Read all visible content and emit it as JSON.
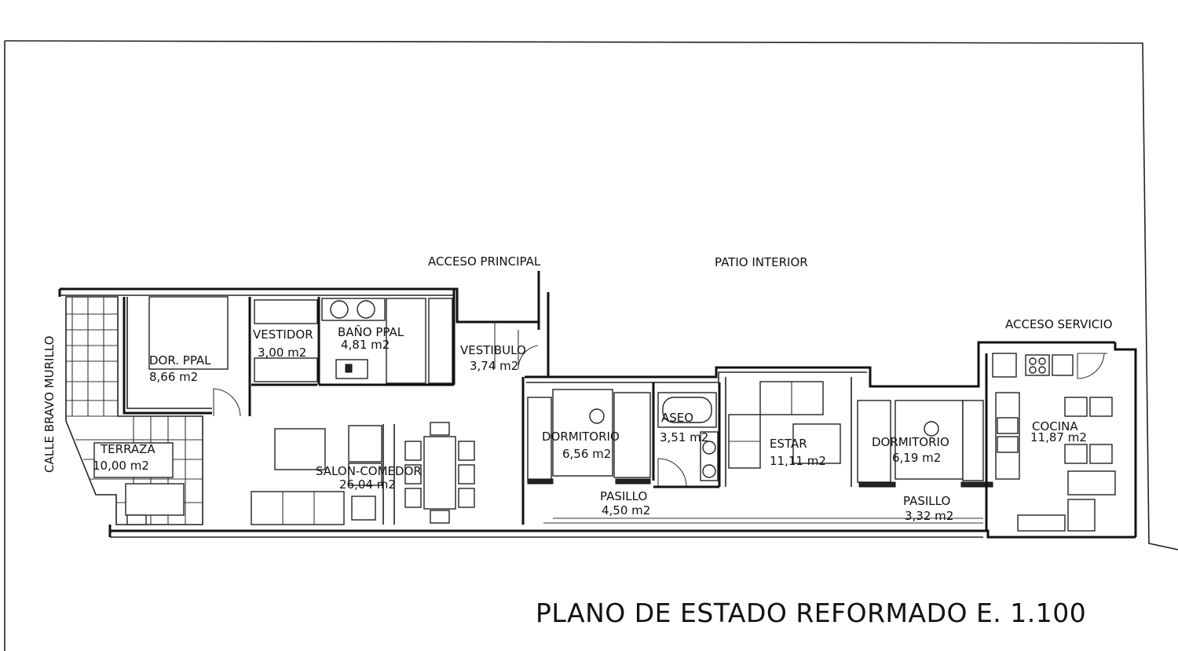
{
  "plan": {
    "title": "PLANO DE ESTADO REFORMADO E. 1.100",
    "external_labels": {
      "street": "CALLE BRAVO MURILLO",
      "main_access": "ACCESO PRINCIPAL",
      "courtyard": "PATIO INTERIOR",
      "service_access": "ACCESO SERVICIO"
    },
    "rooms": [
      {
        "id": "dor_ppal",
        "name": "DOR. PPAL",
        "area": "8,66 m2"
      },
      {
        "id": "vestidor",
        "name": "VESTIDOR",
        "area": "3,00 m2"
      },
      {
        "id": "bano_ppal",
        "name": "BAÑO PPAL",
        "area": "4,81 m2"
      },
      {
        "id": "vestibulo",
        "name": "VESTIBULO",
        "area": "3,74 m2"
      },
      {
        "id": "terraza",
        "name": "TERRAZA",
        "area": "10,00 m2"
      },
      {
        "id": "salon_comedor",
        "name": "SALON-COMEDOR",
        "area": "26,04 m2"
      },
      {
        "id": "dormitorio_1",
        "name": "DORMITORIO",
        "area": "6,56 m2"
      },
      {
        "id": "aseo",
        "name": "ASEO",
        "area": "3,51 m2"
      },
      {
        "id": "pasillo_1",
        "name": "PASILLO",
        "area": "4,50 m2"
      },
      {
        "id": "estar",
        "name": "ESTAR",
        "area": "11,11 m2"
      },
      {
        "id": "dormitorio_2",
        "name": "DORMITORIO",
        "area": "6,19 m2"
      },
      {
        "id": "pasillo_2",
        "name": "PASILLO",
        "area": "3,32 m2"
      },
      {
        "id": "cocina",
        "name": "COCINA",
        "area": "11,87 m2"
      }
    ]
  }
}
